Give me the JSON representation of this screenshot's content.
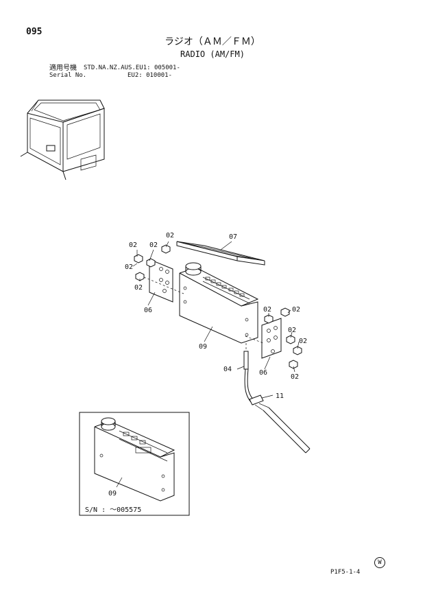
{
  "header": {
    "page_number": "095",
    "title_jp": "ラジオ（ＡＭ／ＦＭ）",
    "title_en": "RADIO (AM/FM)",
    "applicable_models_label_jp": "適用号機",
    "applicable_models_spec": "STD.NA.NZ.AUS.EU1: 005001-",
    "serial_label": "Serial No.",
    "serial_eu2": "EU2: 010001-"
  },
  "callouts": {
    "bolt": "02",
    "bracket": "06",
    "tray": "07",
    "radio": "09",
    "cable": "04",
    "clamp": "11"
  },
  "inset": {
    "part_label": "09",
    "serial_note": "S/N : ～005575"
  },
  "footer": {
    "drawing_code": "P1F5-1-4",
    "mark": "W"
  }
}
